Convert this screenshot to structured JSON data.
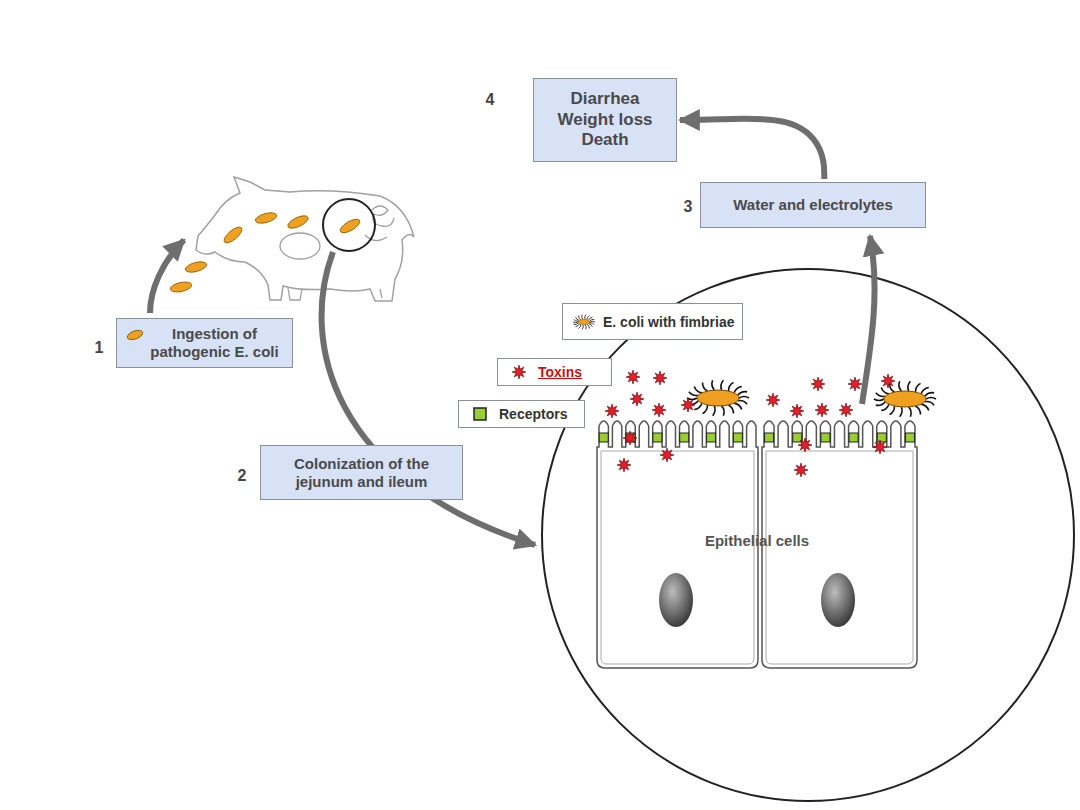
{
  "diagram": {
    "nodes": [
      {
        "text": [
          "Ingestion of pathogenic E. coli"
        ]
      },
      {
        "text": [
          "Colonization of the jejunum and ileum"
        ]
      },
      {
        "text": [
          "Water and electrolytes"
        ]
      },
      {
        "text": [
          "Diarrhea Weight loss Death"
        ]
      }
    ],
    "edges": [
      {
        "from": 2,
        "to": 3,
        "arrow": "to"
      }
    ],
    "labels": [
      "1",
      "2",
      "3",
      "4",
      "Epithelial cells"
    ],
    "legend": [
      {
        "text": "E. coli with fimbriae"
      },
      {
        "text": "Toxins"
      },
      {
        "text": "Receptors",
        "color": "#9acd32"
      }
    ]
  }
}
